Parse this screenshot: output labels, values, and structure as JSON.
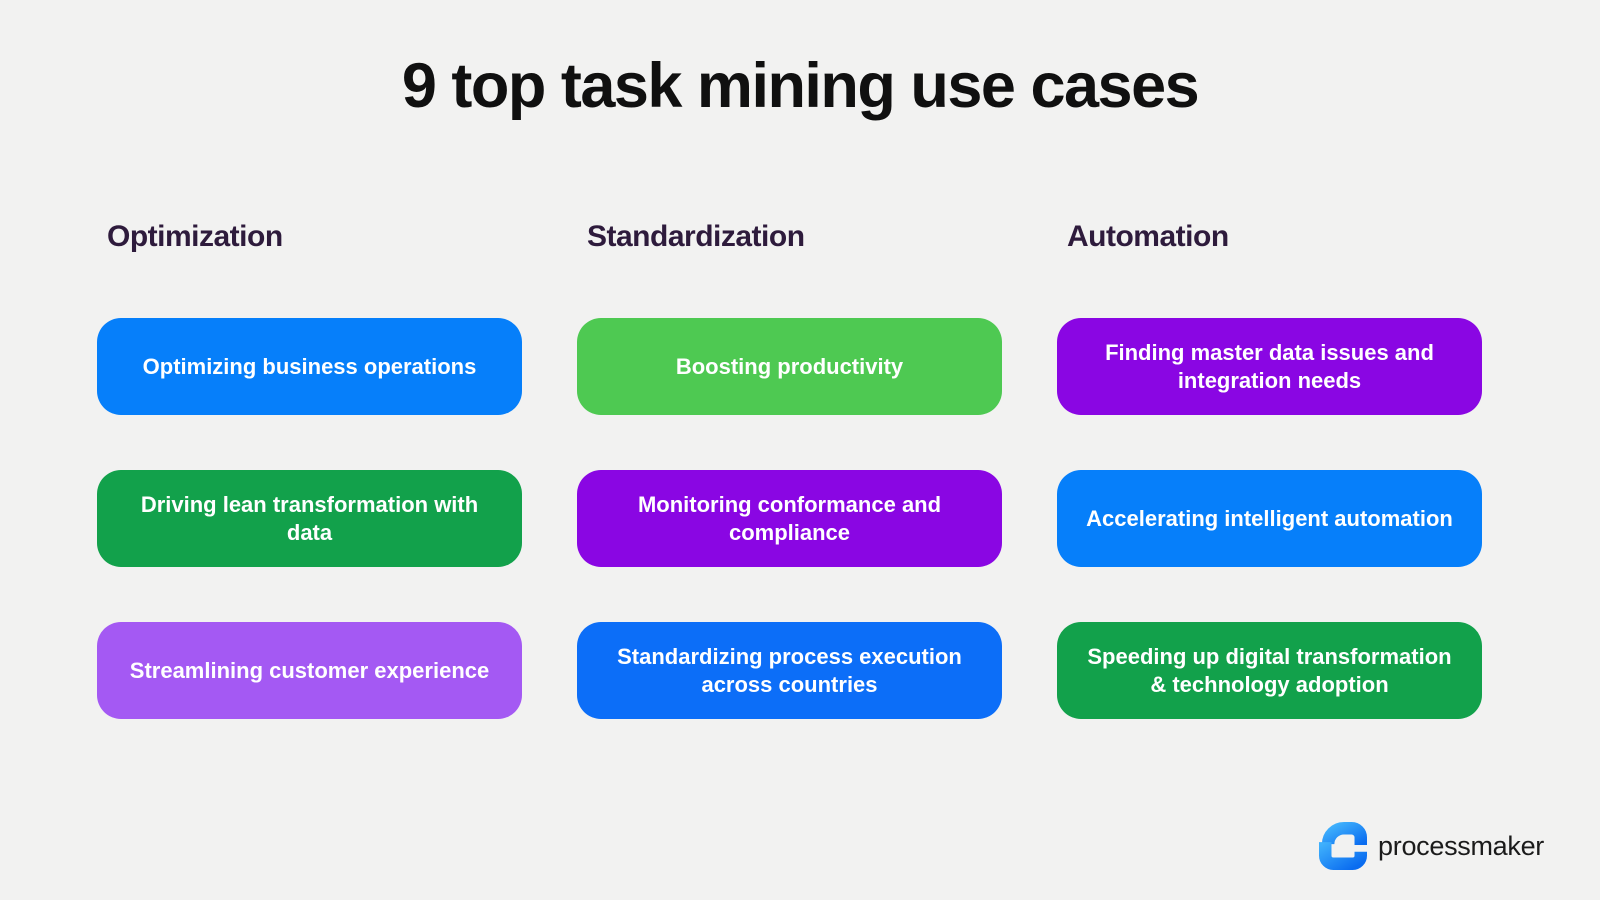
{
  "page": {
    "background": "#f2f2f1"
  },
  "title": {
    "text": "9 top task mining use cases",
    "color": "#101010"
  },
  "header_color": "#2e1b3c",
  "card_text_color": "#ffffff",
  "columns": [
    {
      "header": "Optimization",
      "cards": [
        {
          "label": "Optimizing business operations",
          "color": "#067ffa"
        },
        {
          "label": "Driving lean transformation with data",
          "color": "#12a14b"
        },
        {
          "label": "Streamlining customer experience",
          "color": "#a459f3"
        }
      ]
    },
    {
      "header": "Standardization",
      "cards": [
        {
          "label": "Boosting productivity",
          "color": "#4ec952"
        },
        {
          "label": "Monitoring conformance and compliance",
          "color": "#8a06e3"
        },
        {
          "label": "Standardizing process execution across countries",
          "color": "#0c6ef8"
        }
      ]
    },
    {
      "header": "Automation",
      "cards": [
        {
          "label": "Finding master data issues and integration needs",
          "color": "#8a06e3"
        },
        {
          "label": "Accelerating intelligent automation",
          "color": "#067ffa"
        },
        {
          "label": "Speeding up digital transformation & technology adoption",
          "color": "#12a14b"
        }
      ]
    }
  ],
  "logo": {
    "text": "processmaker",
    "text_color": "#1b1b1b",
    "icon": "processmaker-icon",
    "icon_gradient_start": "#3fb0fc",
    "icon_gradient_end": "#0a6cf0"
  }
}
